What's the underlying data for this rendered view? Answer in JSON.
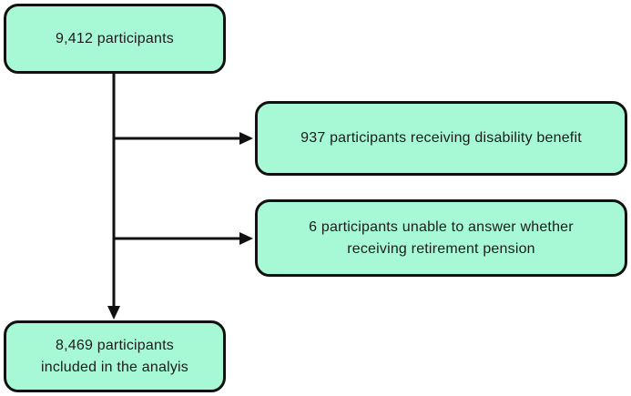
{
  "diagram": {
    "type": "participant-flowchart",
    "boxes": {
      "total": {
        "label": "9,412 participants"
      },
      "disability": {
        "label": "937 participants receiving disability benefit"
      },
      "pension": {
        "label": "6 participants unable to answer whether\nreceiving retirement pension"
      },
      "final": {
        "label": "8,469 participants\nincluded in the analyis"
      }
    },
    "colors": {
      "box_fill": "#a7f9d6",
      "box_border": "#111111",
      "arrow": "#111111",
      "background": "#ffffff",
      "text": "#1c1c1c"
    }
  }
}
